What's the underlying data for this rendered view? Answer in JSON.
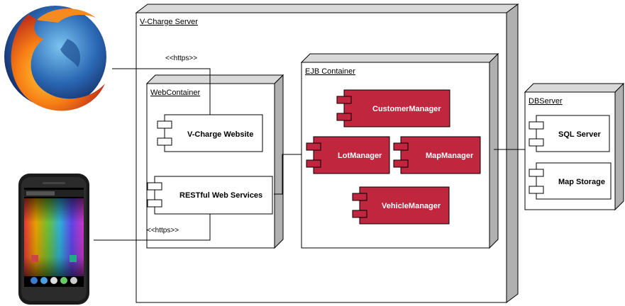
{
  "nodes": {
    "vcharge_server": {
      "label": "V-Charge Server"
    },
    "web_container": {
      "label": "WebContainer"
    },
    "ejb_container": {
      "label": "EJB Container"
    },
    "db_server": {
      "label": "DBServer"
    }
  },
  "components": {
    "vcharge_website": "V-Charge Website",
    "restful_services": "RESTful Web Services",
    "customer_manager": "CustomerManager",
    "lot_manager": "LotManager",
    "map_manager": "MapManager",
    "vehicle_manager": "VehicleManager",
    "sql_server": "SQL Server",
    "map_storage": "Map Storage"
  },
  "connectors": {
    "browser_protocol": "<<https>>",
    "phone_protocol": "<<https>>"
  },
  "clients": {
    "browser_icon": "browser-icon",
    "phone_icon": "smartphone-icon"
  },
  "colors": {
    "node_fill": "#ffffff",
    "node_depth": "#c8c8c8",
    "component_red": "#c0263d",
    "component_border": "#000000"
  }
}
